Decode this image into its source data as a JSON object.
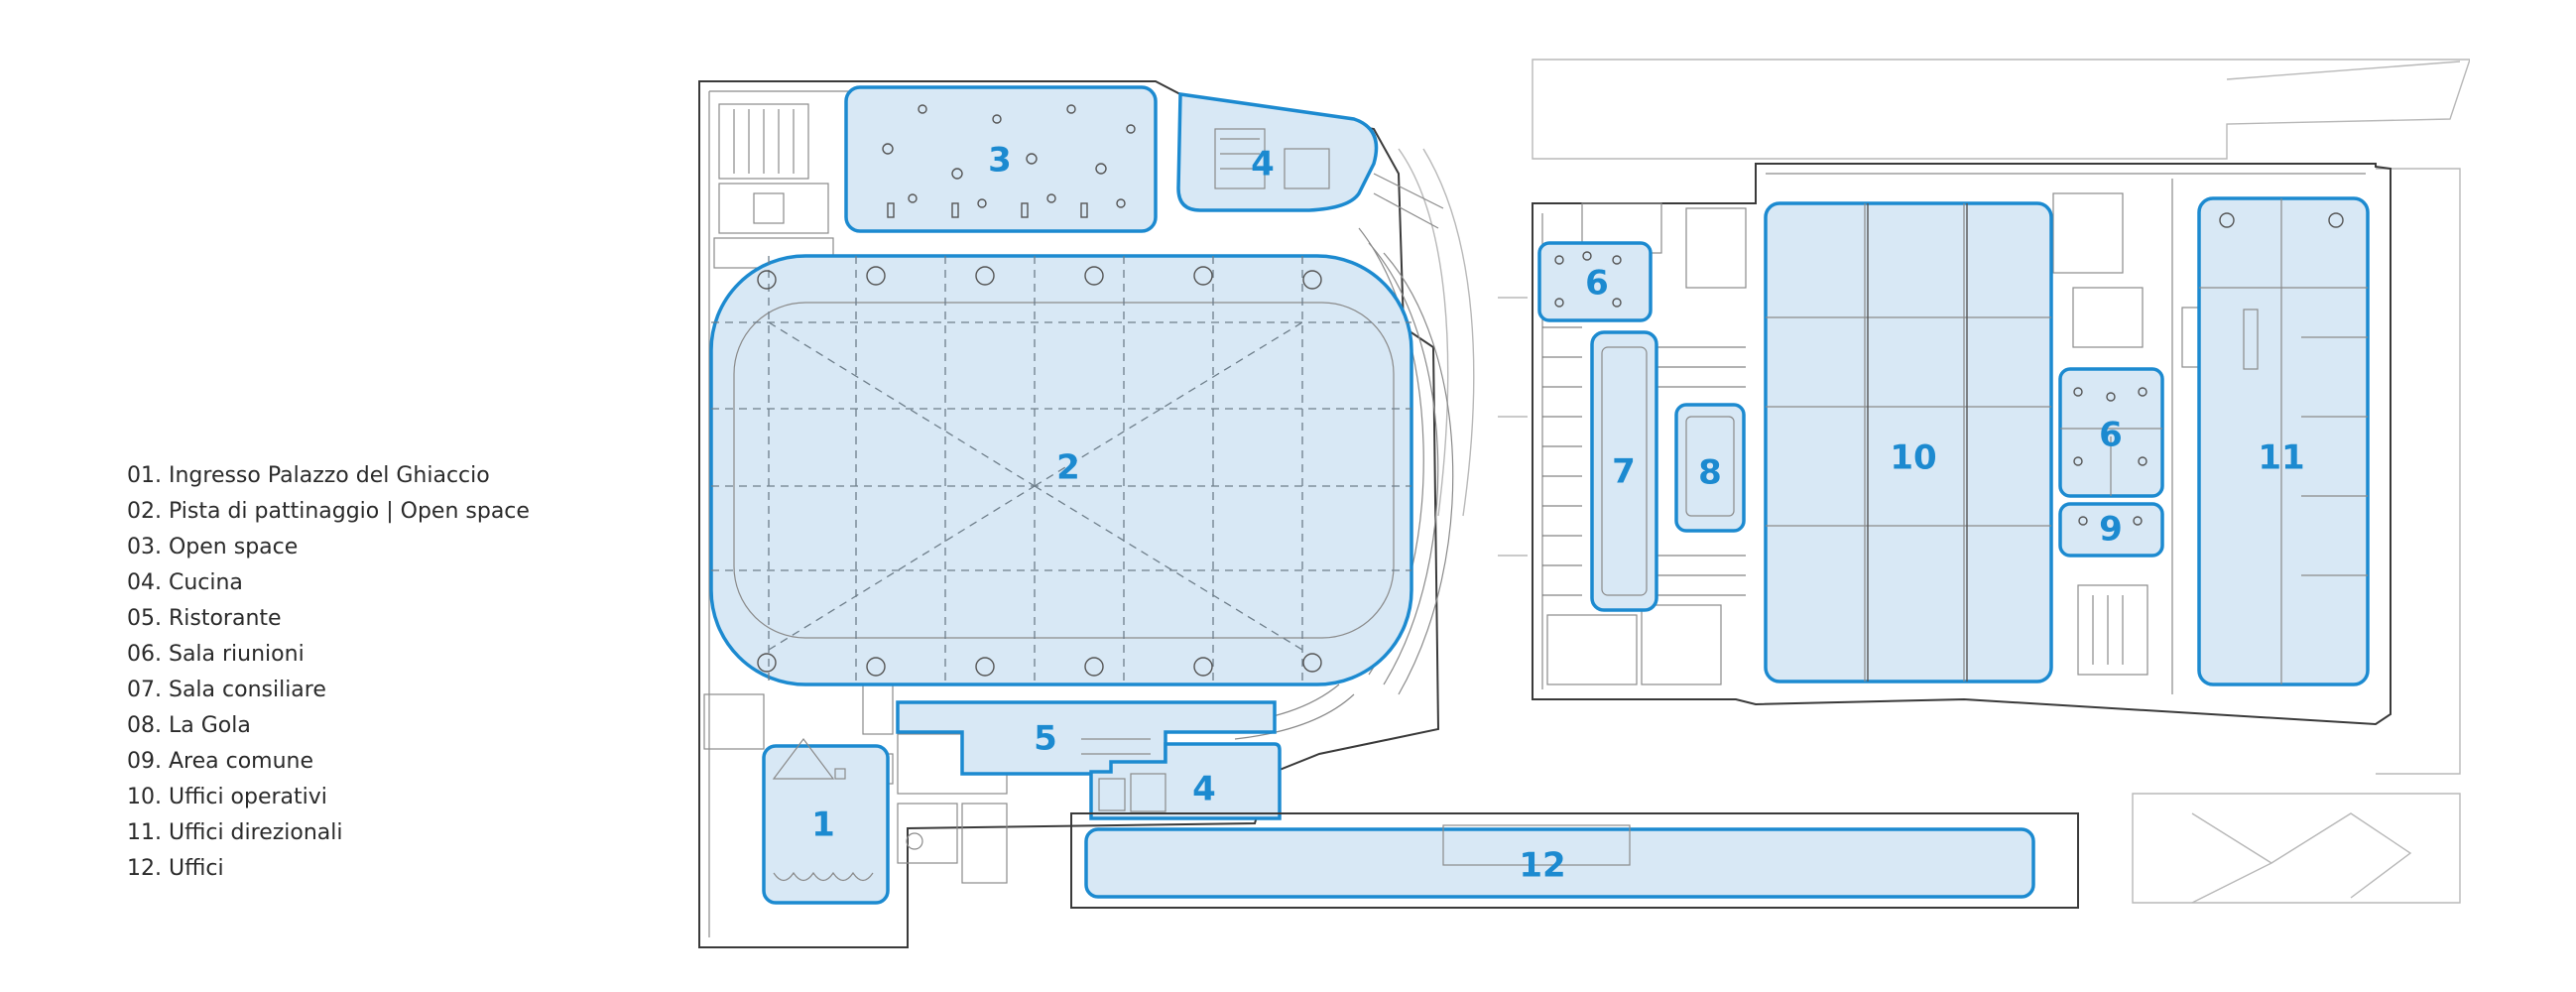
{
  "legend": [
    "01. Ingresso Palazzo del Ghiaccio",
    "02. Pista di pattinaggio | Open space",
    "03. Open space",
    "04. Cucina",
    "05. Ristorante",
    "06. Sala riunioni",
    "07. Sala consiliare",
    "08. La Gola",
    "09. Area comune",
    "10. Uffici operativi",
    "11. Uffici direzionali",
    "12. Uffici"
  ],
  "zones": {
    "z1": "1",
    "z2": "2",
    "z3": "3",
    "z4a": "4",
    "z4b": "4",
    "z5": "5",
    "z6a": "6",
    "z6b": "6",
    "z7": "7",
    "z8": "8",
    "z9": "9",
    "z10": "10",
    "z11": "11",
    "z12": "12"
  },
  "colors": {
    "zone_fill": "#d8e8f5",
    "zone_stroke": "#1c8ad0",
    "line": "#3a3a3a"
  }
}
